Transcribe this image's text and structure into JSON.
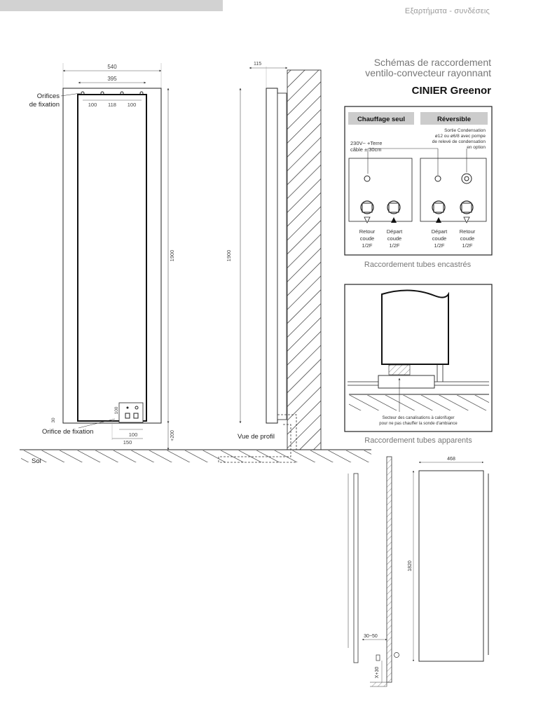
{
  "header": {
    "section": "Εξαρτήματα - συνδέσεις"
  },
  "title": {
    "line1": "Schémas de raccordement",
    "line2": "ventilo-convecteur rayonnant",
    "brand": "CINIER Greenor"
  },
  "front": {
    "dim_width": "540",
    "dim_inner": "395",
    "dim_left": "100",
    "dim_mid": "118",
    "dim_right": "100",
    "height": "1900",
    "offset": "+200",
    "small_vert": "100",
    "small_h": "100",
    "bottom_w": "150",
    "bottom_30": "30",
    "label_fix_top_1": "Orifices",
    "label_fix_top_2": "de fixation",
    "label_fix_bottom": "Orifice de fixation",
    "label_floor": "Sol"
  },
  "profile": {
    "depth": "115",
    "height": "1900",
    "label": "Vue de profil"
  },
  "box1": {
    "tab_left": "Chauffage seul",
    "tab_right": "Réversible",
    "cond_note_1": "Sortie Condensation",
    "cond_note_2": "ø12 ou ø6/8 avec pompe",
    "cond_note_3": "de relevé de condensation",
    "cond_note_4": "en option",
    "power_1": "230V~ +Terre",
    "power_2": "câble ± 30cm",
    "l_ret_1": "Retour",
    "l_ret_2": "coude",
    "l_ret_3": "1/2F",
    "l_dep_1": "Départ",
    "l_dep_2": "coude",
    "l_dep_3": "1/2F",
    "r_dep_1": "Départ",
    "r_dep_2": "coude",
    "r_dep_3": "1/2F",
    "r_ret_1": "Retour",
    "r_ret_2": "coude",
    "r_ret_3": "1/2F",
    "caption": "Raccordement tubes encastrés"
  },
  "box2": {
    "note_1": "Secteur des canalisations à calorifuger",
    "note_2": "pour ne pas chauffer la sonde d'ambiance",
    "caption": "Raccordement tubes apparents"
  },
  "small": {
    "width": "468",
    "height": "1820",
    "gap": "30~50",
    "x": "X+30"
  }
}
